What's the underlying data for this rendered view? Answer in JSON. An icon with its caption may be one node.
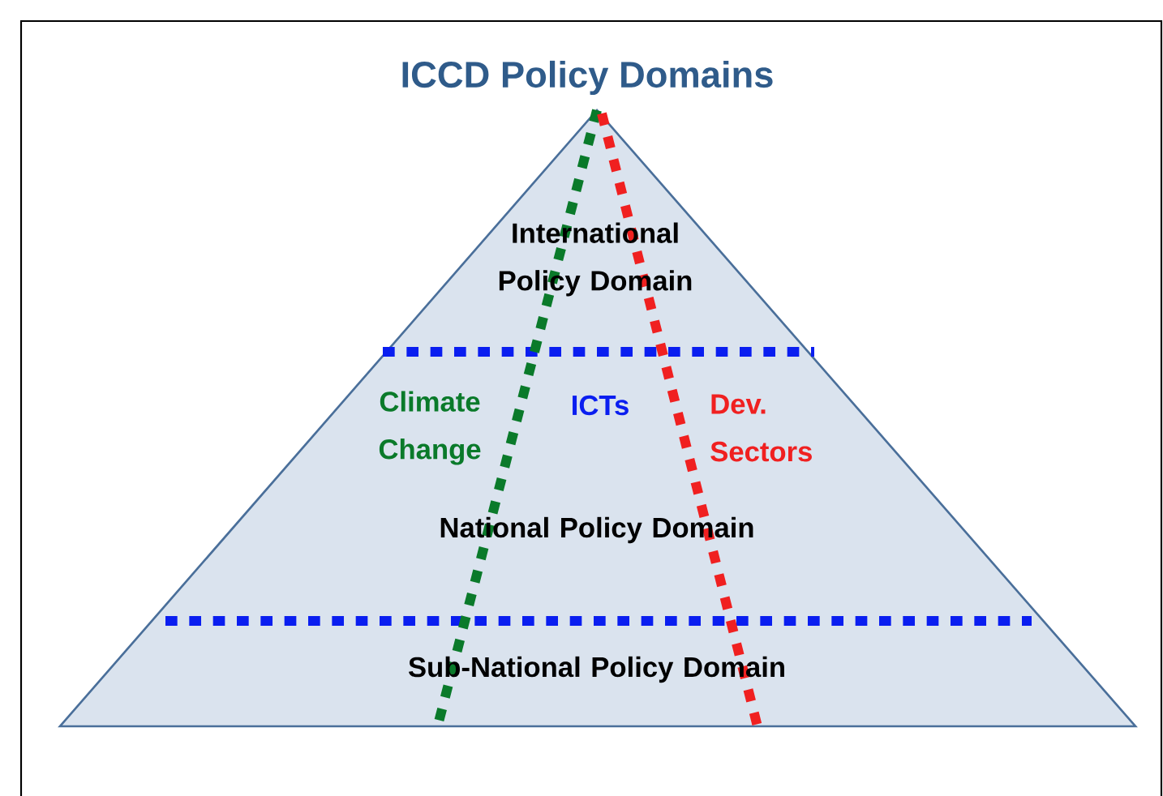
{
  "diagram": {
    "title": "ICCD Policy Domains",
    "labels": [
      "International Policy Domain",
      "Climate Change",
      "ICTs",
      "Dev. Sectors",
      "National Policy Domain",
      "Sub-National Policy Domain"
    ]
  }
}
